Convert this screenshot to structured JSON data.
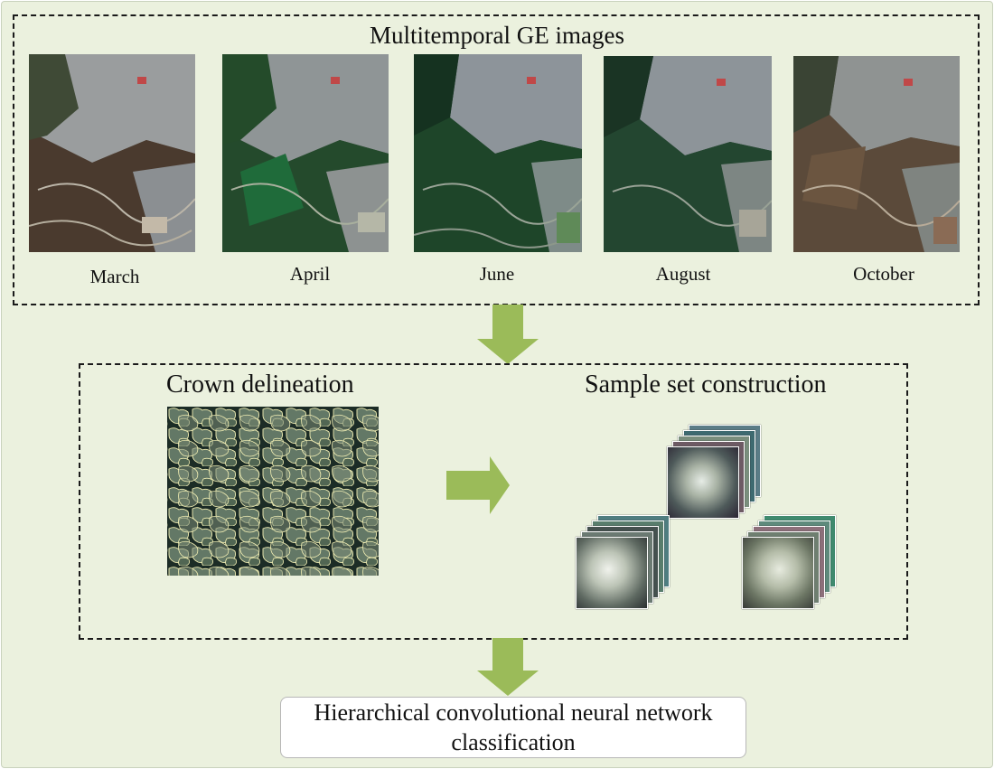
{
  "top_section": {
    "title": "Multitemporal GE images",
    "images": [
      {
        "month": "March",
        "icon": "satellite-image-march"
      },
      {
        "month": "April",
        "icon": "satellite-image-april"
      },
      {
        "month": "June",
        "icon": "satellite-image-june"
      },
      {
        "month": "August",
        "icon": "satellite-image-august"
      },
      {
        "month": "October",
        "icon": "satellite-image-october"
      }
    ]
  },
  "middle_section": {
    "crown_title": "Crown delineation",
    "sample_title": "Sample set construction"
  },
  "result": {
    "line1": "Hierarchical convolutional neural network",
    "line2": "classification"
  },
  "colors": {
    "background": "#ebf1de",
    "arrow": "#9bbb59",
    "dashed_border": "#1a1a1a"
  }
}
